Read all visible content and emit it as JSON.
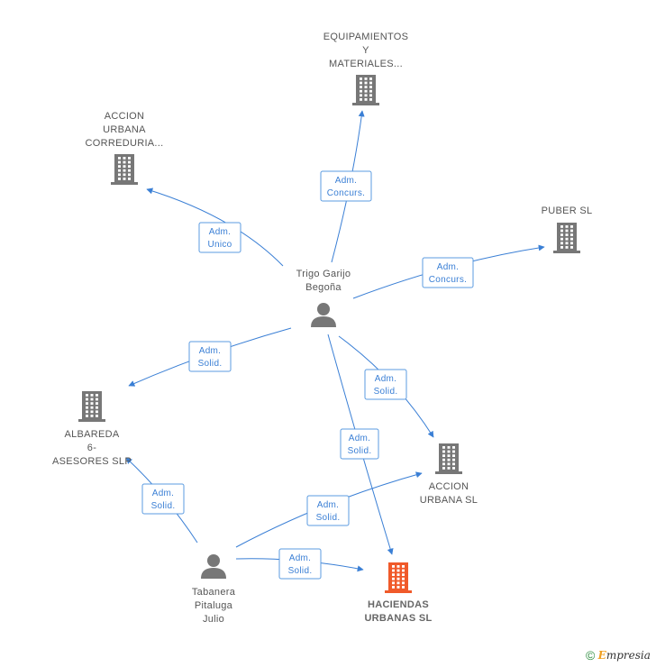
{
  "nodes": [
    {
      "id": "equipamientos",
      "kind": "company",
      "color": "#777777",
      "label": [
        "EQUIPAMIENTOS",
        "Y",
        "MATERIALES..."
      ],
      "icon": "building-icon"
    },
    {
      "id": "accion-correduria",
      "kind": "company",
      "color": "#777777",
      "label": [
        "ACCION",
        "URBANA",
        "CORREDURIA..."
      ],
      "icon": "building-icon"
    },
    {
      "id": "puber",
      "kind": "company",
      "color": "#777777",
      "label": [
        "PUBER SL"
      ],
      "icon": "building-icon"
    },
    {
      "id": "albareda",
      "kind": "company",
      "color": "#777777",
      "label": [
        "ALBAREDA",
        "6-",
        "ASESORES SLP"
      ],
      "icon": "building-icon"
    },
    {
      "id": "accion-urbana",
      "kind": "company",
      "color": "#777777",
      "label": [
        "ACCION",
        "URBANA SL"
      ],
      "icon": "building-icon"
    },
    {
      "id": "haciendas",
      "kind": "company",
      "color": "#f05a2a",
      "main": true,
      "label": [
        "HACIENDAS",
        "URBANAS SL"
      ],
      "icon": "building-icon"
    },
    {
      "id": "trigo",
      "kind": "person",
      "color": "#777777",
      "label": [
        "Trigo Garijo",
        "Begoña"
      ],
      "icon": "person-icon"
    },
    {
      "id": "tabanera",
      "kind": "person",
      "color": "#777777",
      "label": [
        "Tabanera",
        "Pitaluga",
        "Julio"
      ],
      "icon": "person-icon"
    }
  ],
  "edges": [
    {
      "from": "trigo",
      "to": "equipamientos",
      "label": [
        "Adm.",
        "Concurs."
      ]
    },
    {
      "from": "trigo",
      "to": "accion-correduria",
      "label": [
        "Adm.",
        "Unico"
      ]
    },
    {
      "from": "trigo",
      "to": "puber",
      "label": [
        "Adm.",
        "Concurs."
      ]
    },
    {
      "from": "trigo",
      "to": "albareda",
      "label": [
        "Adm.",
        "Solid."
      ]
    },
    {
      "from": "trigo",
      "to": "accion-urbana",
      "label": [
        "Adm.",
        "Solid."
      ]
    },
    {
      "from": "trigo",
      "to": "haciendas",
      "label": [
        "Adm.",
        "Solid."
      ]
    },
    {
      "from": "tabanera",
      "to": "albareda",
      "label": [
        "Adm.",
        "Solid."
      ]
    },
    {
      "from": "tabanera",
      "to": "accion-urbana",
      "label": [
        "Adm.",
        "Solid."
      ]
    },
    {
      "from": "tabanera",
      "to": "haciendas",
      "label": [
        "Adm.",
        "Solid."
      ]
    }
  ],
  "footer": {
    "copyright": "©",
    "brand_first": "E",
    "brand_rest": "mpresia"
  }
}
